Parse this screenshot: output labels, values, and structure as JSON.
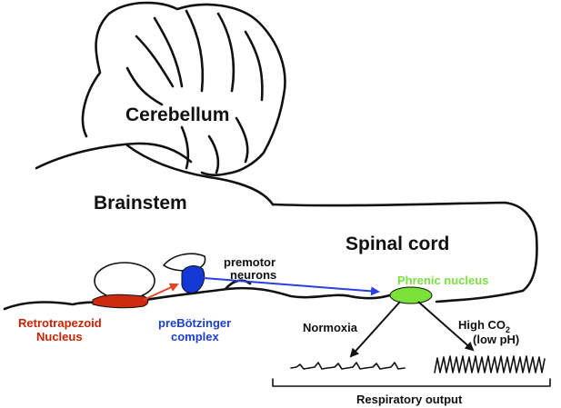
{
  "labels": {
    "cerebellum": "Cerebellum",
    "brainstem": "Brainstem",
    "spinal_cord": "Spinal cord",
    "premotor_line1": "premotor",
    "premotor_line2": "neurons",
    "phrenic": "Phrenic nucleus",
    "rtn_line1": "Retrotrapezoid",
    "rtn_line2": "Nucleus",
    "prebotc_line1": "preBötzinger",
    "prebotc_line2": "complex",
    "normoxia": "Normoxia",
    "high_co2_prefix": "High CO",
    "high_co2_subscript": "2",
    "low_ph": "(low pH)",
    "respiratory_output": "Respiratory output"
  },
  "colors": {
    "rtn": "#cc2a10",
    "rtn_label": "#cc2200",
    "prebotc": "#1438d6",
    "prebotc_label": "#1d3fd0",
    "phrenic": "#7be23a",
    "phrenic_label": "#7be040",
    "red_arrow": "#e0472a",
    "blue_arrow": "#2a3fe0",
    "outline": "#111111"
  }
}
